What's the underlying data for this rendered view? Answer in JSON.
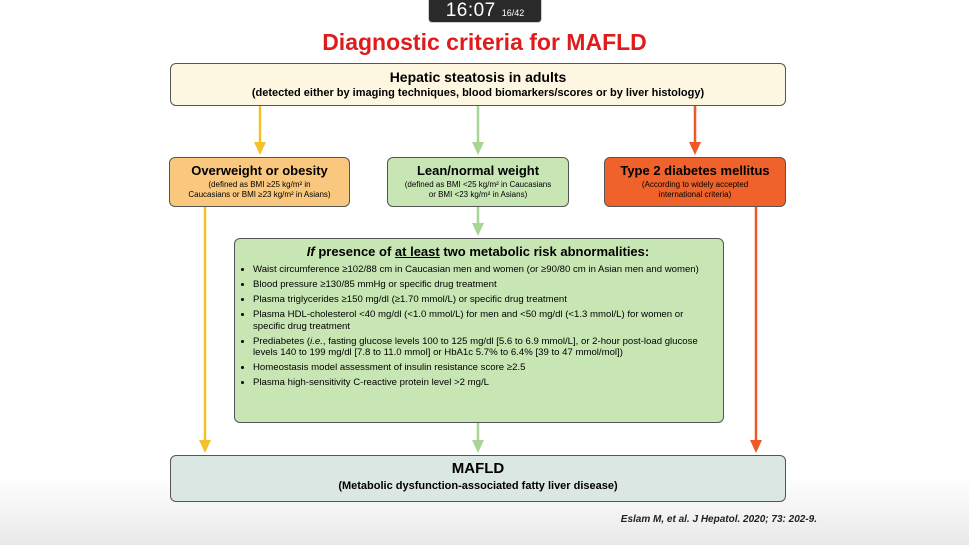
{
  "status": {
    "time": "16:07",
    "slide_count": "16/42"
  },
  "title": "Diagnostic criteria for MAFLD",
  "steatosis": {
    "heading": "Hepatic steatosis in adults",
    "subtext": "(detected either by imaging techniques, blood biomarkers/scores or by liver histology)"
  },
  "branches": {
    "overweight": {
      "title": "Overweight or obesity",
      "line1": "(defined as BMI ≥25 kg/m² in",
      "line2": "Caucasians or BMI ≥23 kg/m² in Asians)"
    },
    "lean": {
      "title": "Lean/normal weight",
      "line1": "(defined as BMI <25 kg/m² in Caucasians",
      "line2": "or BMI <23 kg/m² in Asians)"
    },
    "t2d": {
      "title": "Type 2 diabetes mellitus",
      "line1": "(According to widely accepted",
      "line2": "international criteria)"
    }
  },
  "criteria": {
    "heading_if": "If",
    "heading_mid": " presence of ",
    "heading_underlined": "at least",
    "heading_end": " two metabolic risk abnormalities",
    "items": [
      "Waist circumference ≥102/88 cm in Caucasian men and women (or ≥90/80 cm in Asian men and women)",
      "Blood pressure ≥130/85 mmHg or specific drug treatment",
      "Plasma triglycerides ≥150 mg/dl (≥1.70 mmol/L) or specific drug treatment",
      "Plasma HDL-cholesterol <40 mg/dl (<1.0 mmol/L) for men and <50 mg/dl (<1.3 mmol/L) for women or specific drug treatment",
      "Homeostasis model assessment of insulin resistance score ≥2.5",
      "Plasma high-sensitivity C-reactive protein level >2 mg/L"
    ],
    "prediabetes_start": "Prediabetes (",
    "prediabetes_ie": "i.e.",
    "prediabetes_rest": ", fasting glucose levels 100 to 125 mg/dl [5.6 to 6.9 mmol/L], or 2-hour post-load glucose levels 140 to 199 mg/dl [7.8 to 11.0 mmol] or HbA1c 5.7% to 6.4% [39 to 47 mmol/mol])"
  },
  "result": {
    "heading": "MAFLD",
    "subtext": "(Metabolic dysfunction-associated fatty liver disease)"
  },
  "citation": "Eslam M, et al. J Hepatol. 2020; 73: 202-9.",
  "colors": {
    "title": "#e01b1b",
    "arrow_left": "#f5c12a",
    "arrow_center": "#a8d594",
    "arrow_right": "#ee5a24"
  }
}
